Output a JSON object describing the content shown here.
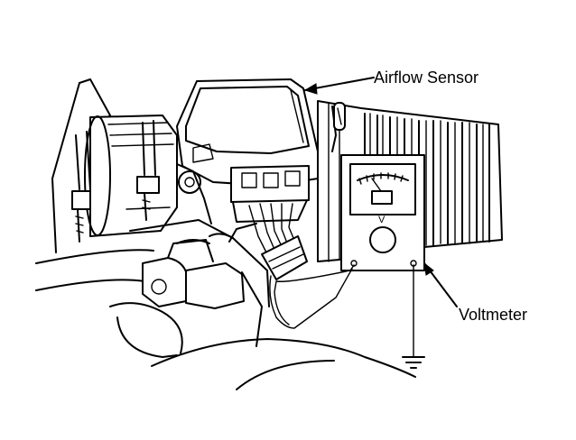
{
  "labels": {
    "airflow_sensor": "Airflow Sensor",
    "voltmeter": "Voltmeter",
    "meter_unit": "V"
  },
  "colors": {
    "ink": "#000000",
    "paper": "#ffffff"
  }
}
